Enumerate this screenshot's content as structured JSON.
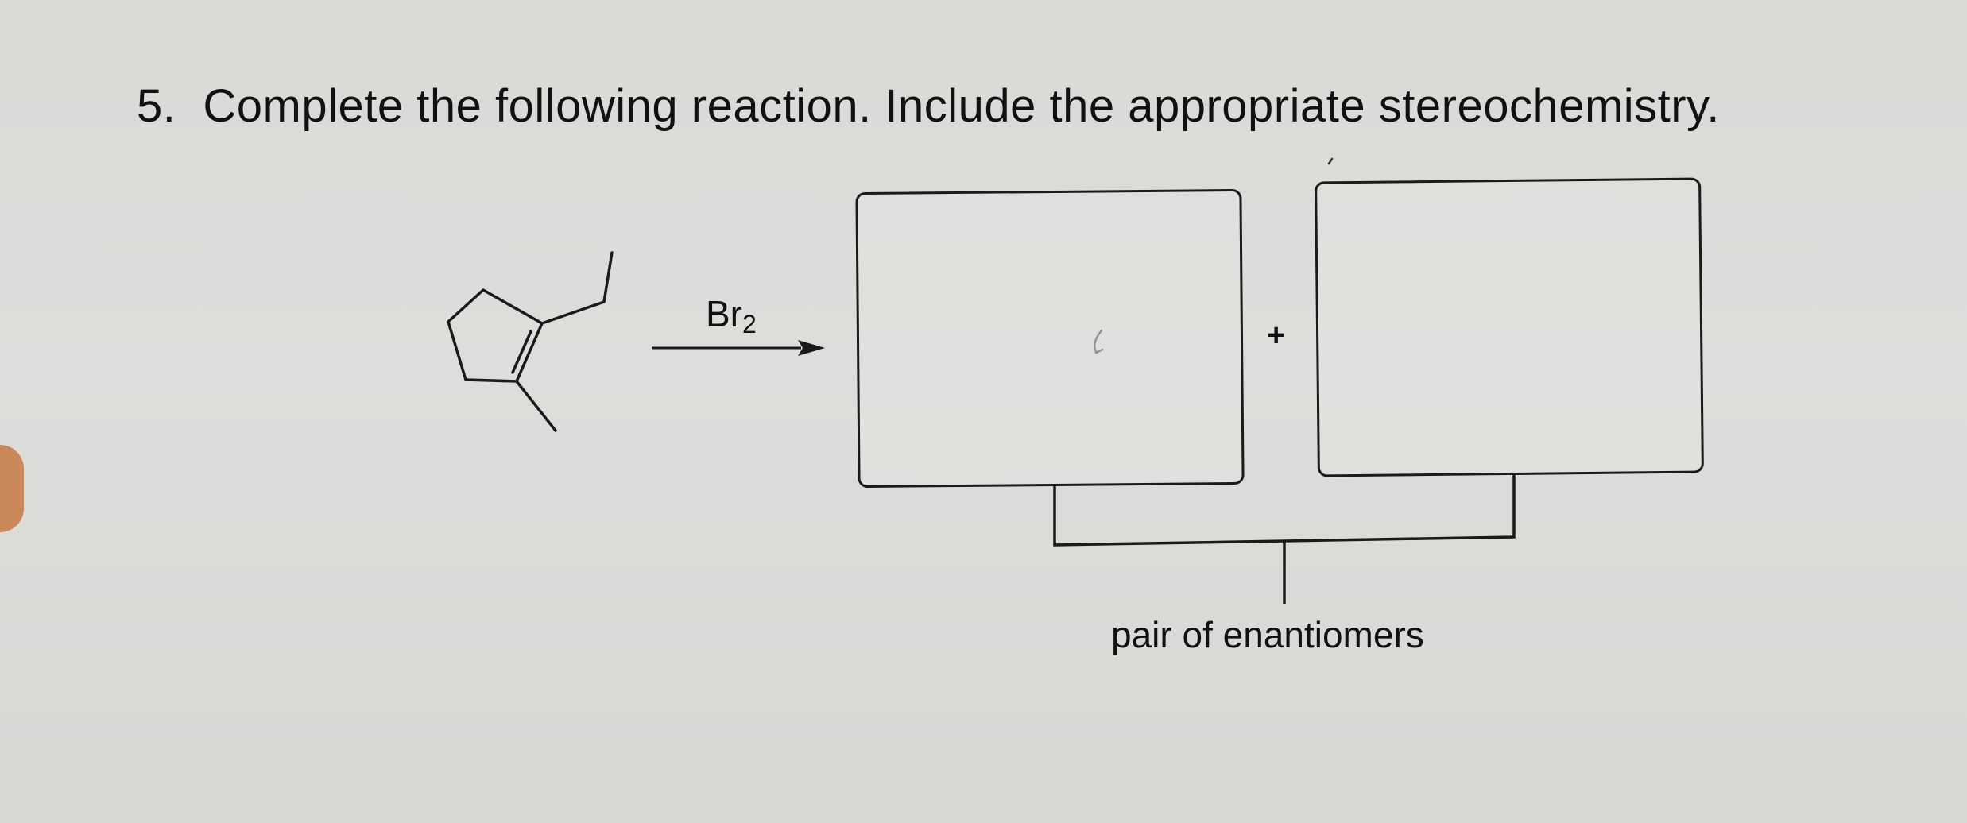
{
  "question": {
    "number": "5.",
    "text": "Complete the following reaction. Include the appropriate stereochemistry."
  },
  "reaction": {
    "reagent_main": "Br",
    "reagent_subscript": "2",
    "plus": "+",
    "product_pair_label": "pair of enantiomers"
  }
}
